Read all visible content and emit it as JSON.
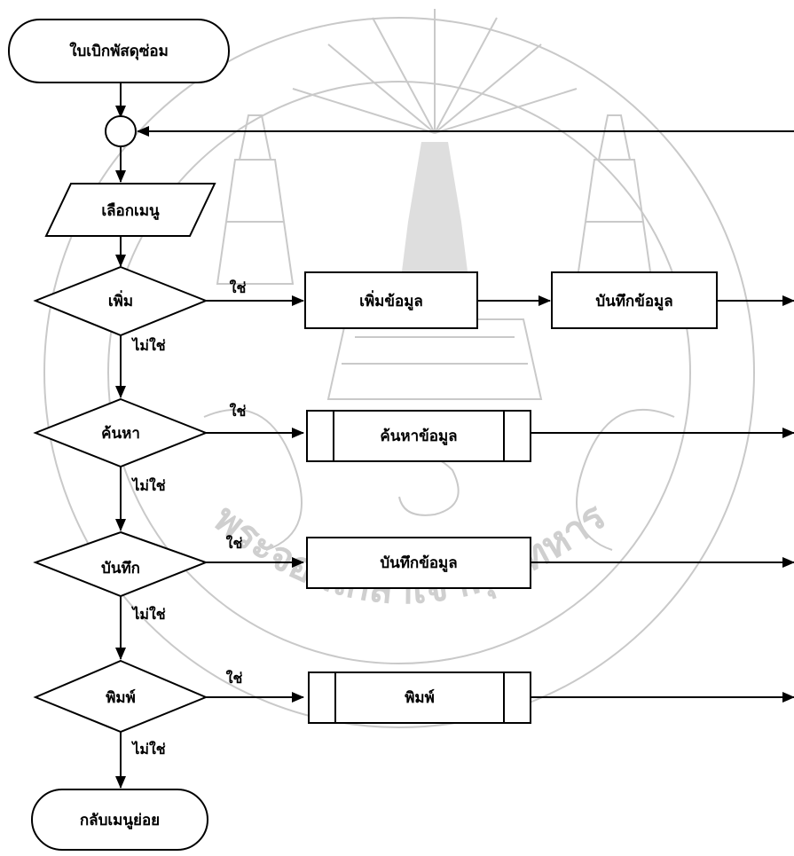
{
  "nodes": {
    "start": "ใบเบิกพัสดุซ่อม",
    "select_menu": "เลือกเมนู",
    "add": "เพิ่ม",
    "add_data": "เพิ่มข้อมูล",
    "save_data_1": "บันทึกข้อมูล",
    "search": "ค้นหา",
    "search_data": "ค้นหาข้อมูล",
    "save": "บันทึก",
    "save_data_2": "บันทึกข้อมูล",
    "print": "พิมพ์",
    "print_proc": "พิมพ์",
    "end": "กลับเมนูย่อย"
  },
  "edges": {
    "yes": "ใช่",
    "no": "ไม่ใช่"
  },
  "watermark": {
    "text": "พระจอมเกล้าเจ้าคุณทหาร"
  }
}
